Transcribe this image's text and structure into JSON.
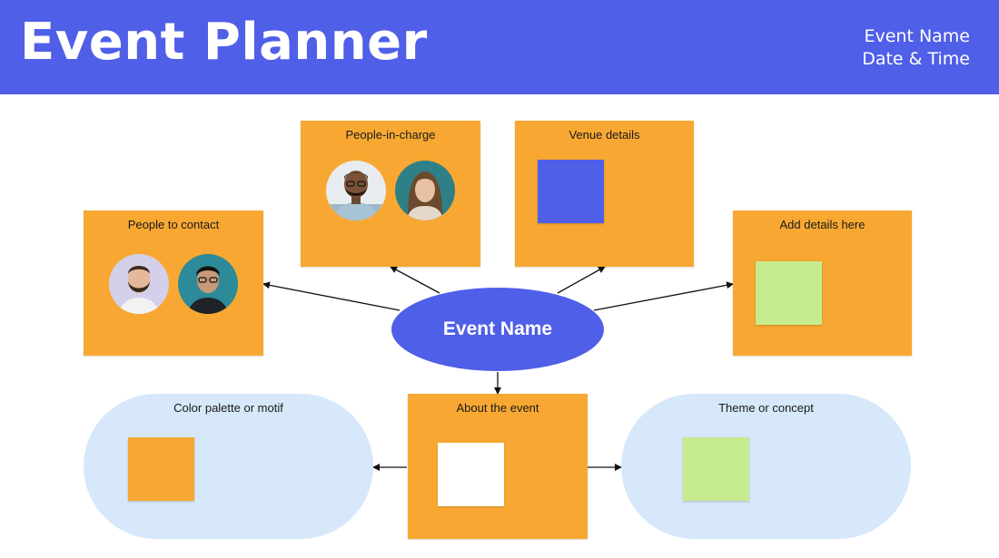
{
  "header": {
    "title": "Event Planner",
    "event_name": "Event Name",
    "date_time": "Date & Time"
  },
  "center": {
    "label": "Event Name"
  },
  "nodes": {
    "people_in_charge": {
      "label": "People-in-charge"
    },
    "venue_details": {
      "label": "Venue details"
    },
    "people_to_contact": {
      "label": "People to contact"
    },
    "add_details": {
      "label": "Add details here"
    },
    "about_event": {
      "label": "About the event"
    },
    "color_palette": {
      "label": "Color palette or motif"
    },
    "theme_concept": {
      "label": "Theme or concept"
    }
  },
  "colors": {
    "header_blue": "#4f5fe8",
    "box_orange": "#f8a832",
    "pill_blue": "#d6e8fa",
    "swatch_green": "#c7eb8f",
    "swatch_white": "#ffffff"
  }
}
